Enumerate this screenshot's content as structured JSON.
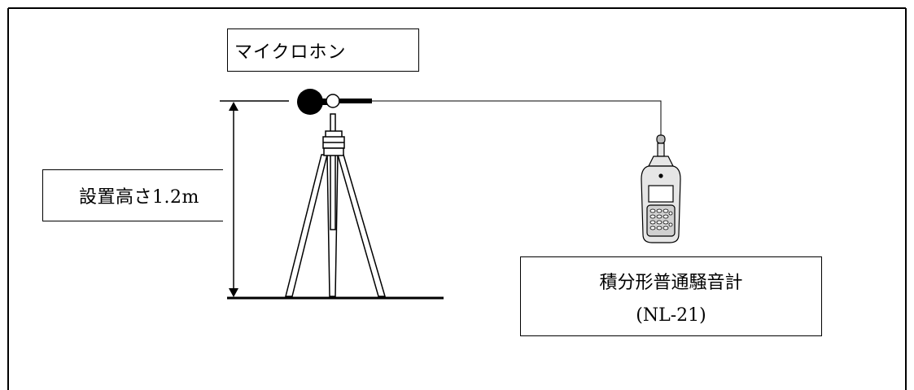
{
  "labels": {
    "microphone": "マイクロホン",
    "install_height": "設置高さ1.2m",
    "sound_level_meter_name": "積分形普通騒音計",
    "sound_level_meter_model": "(NL-21)"
  },
  "colors": {
    "line": "#000000",
    "background": "#ffffff",
    "meter_body": "#e6e6e6"
  },
  "icons": {
    "microphone": "microphone-ball-icon",
    "tripod": "tripod-icon",
    "meter": "sound-level-meter-icon"
  }
}
